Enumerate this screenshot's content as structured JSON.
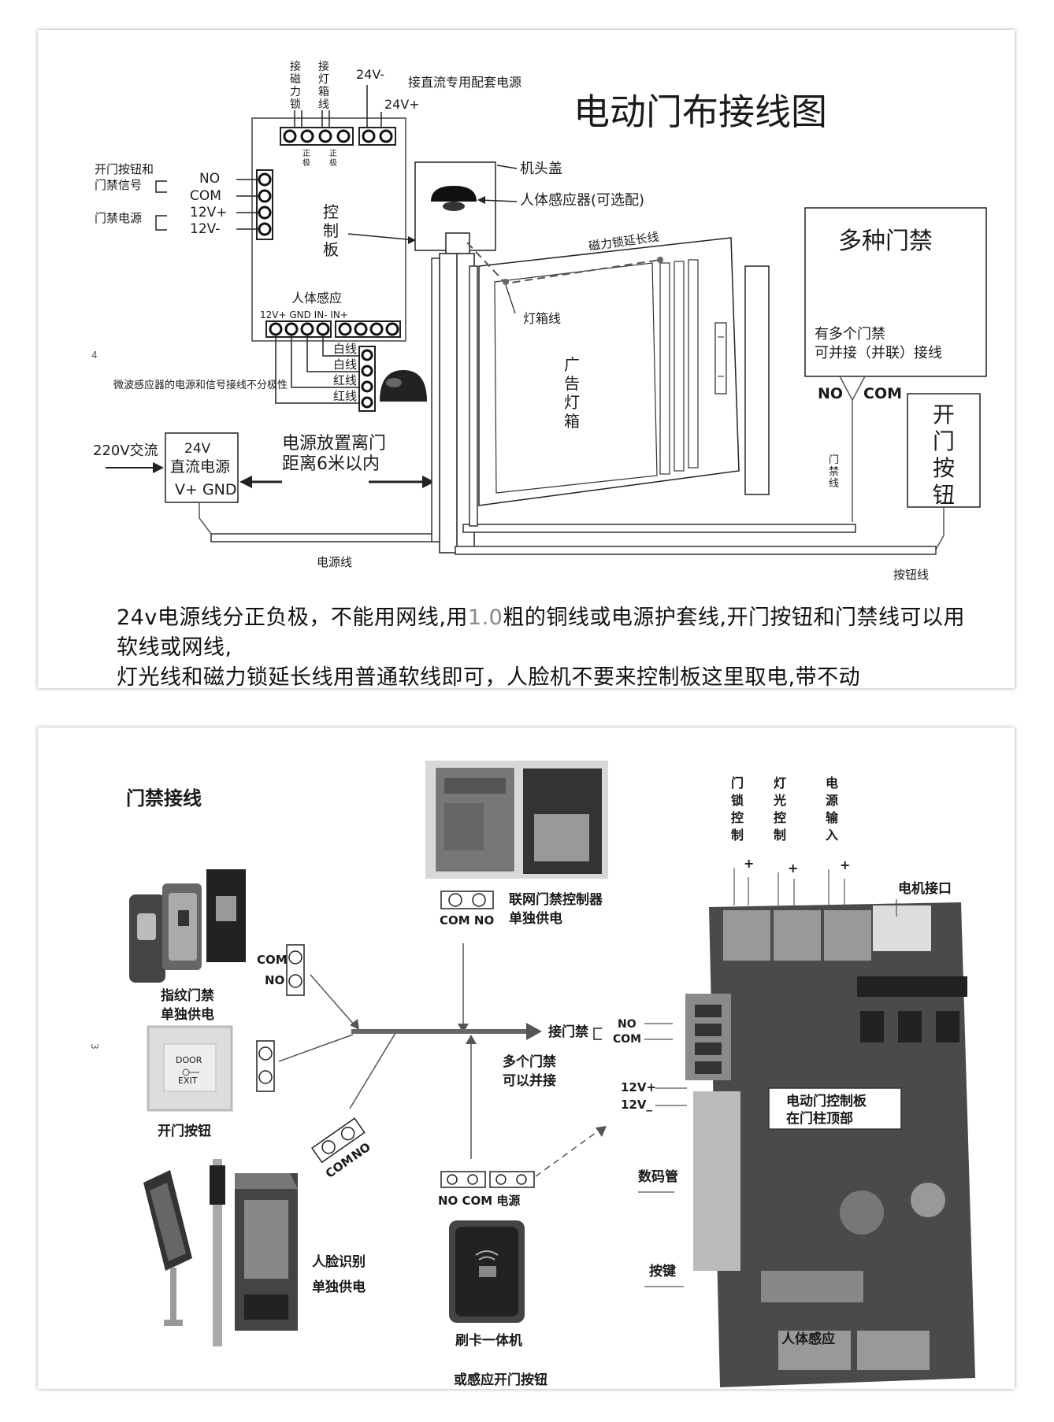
{
  "diagram1": {
    "title": "电动门布接线图",
    "top_labels": {
      "lock": [
        "接",
        "磁",
        "力",
        "锁"
      ],
      "lightbox": [
        "接",
        "灯",
        "箱",
        "线"
      ],
      "v24_neg": "24V-",
      "v24_pos": "24V+",
      "dc_supply": "接直流专用配套电源",
      "polarity": [
        "正",
        "极"
      ]
    },
    "left_labels": {
      "button_signal": [
        "开门按钮和",
        "门禁信号"
      ],
      "access_power": "门禁电源",
      "terminals": [
        "NO",
        "COM",
        "12V+",
        "12V-"
      ]
    },
    "board_label": [
      "控",
      "制",
      "板"
    ],
    "sensor": {
      "title": "人体感应",
      "pins": "12V+ GND IN- IN+",
      "wires": [
        "白线",
        "白线",
        "红线",
        "红线"
      ],
      "note": "微波感应器的电源和信号接线不分极性"
    },
    "head_cover": "机头盖",
    "body_sensor": "人体感应器(可选配)",
    "mag_ext": "磁力锁延长线",
    "lightbox_wire": "灯箱线",
    "ad_box": [
      "广",
      "告",
      "灯",
      "箱"
    ],
    "multi_access": {
      "title": "多种门禁",
      "lines": [
        "有多个门禁",
        "可并接（并联）接线"
      ],
      "no": "NO",
      "com": "COM"
    },
    "door_wire": [
      "门",
      "禁",
      "线"
    ],
    "open_button": [
      "开",
      "门",
      "按",
      "钮"
    ],
    "supply_in": "220V交流",
    "psu": [
      "24V",
      "直流电源",
      "V+ GND"
    ],
    "distance": [
      "电源放置离门",
      "距离6米以内"
    ],
    "power_line": "电源线",
    "button_line": "按钮线",
    "note_parts": [
      "24v电源线分正负极，不能用网线,用",
      "1.0",
      "粗的铜线或电源护套线,开门按钮和门禁线可以用软线或网线,"
    ],
    "note_line2": "灯光线和磁力锁延长线用普通软线即可，人脸机不要来控制板这里取电,带不动",
    "page_marker": "4"
  },
  "diagram2": {
    "title": "门禁接线",
    "page_marker": "3",
    "controller": [
      "联网门禁控制器",
      "单独供电"
    ],
    "controller_terms": "COM  NO",
    "fingerprint": [
      "指纹门禁",
      "单独供电"
    ],
    "fp_terms": [
      "COM",
      "NO"
    ],
    "exit_button": "开门按钮",
    "exit_plate": [
      "DOOR",
      "EXIT"
    ],
    "face": [
      "人脸识别",
      "单独供电"
    ],
    "face_terms": [
      "COM",
      "NO"
    ],
    "connect": "接门禁",
    "parallel": [
      "多个门禁",
      "可以并接"
    ],
    "card_terms": "NO COM  电源",
    "card": [
      "刷卡一体机",
      "或感应开门按钮"
    ],
    "top_labels": [
      [
        "门",
        "锁",
        "控",
        "制"
      ],
      [
        "灯",
        "光",
        "控",
        "制"
      ],
      [
        "电",
        "源",
        "输",
        "入"
      ]
    ],
    "plus": "+",
    "motor": "电机接口",
    "no": "NO",
    "com": "COM",
    "v12p": "12V+",
    "v12n": "12V_",
    "board": [
      "电动门控制板",
      "在门柱顶部"
    ],
    "digit": "数码管",
    "keys": "按键",
    "body": "人体感应"
  }
}
